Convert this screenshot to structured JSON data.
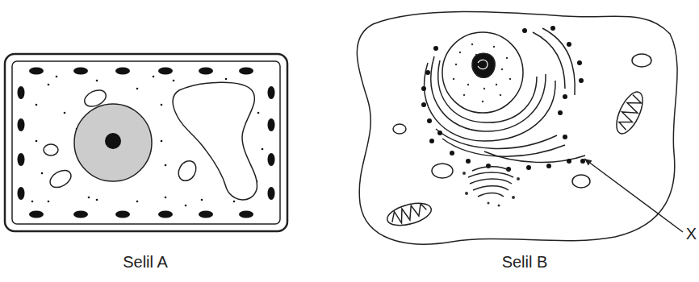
{
  "diagram": {
    "labels": [
      "Selil A",
      "Selil B",
      "X"
    ]
  }
}
